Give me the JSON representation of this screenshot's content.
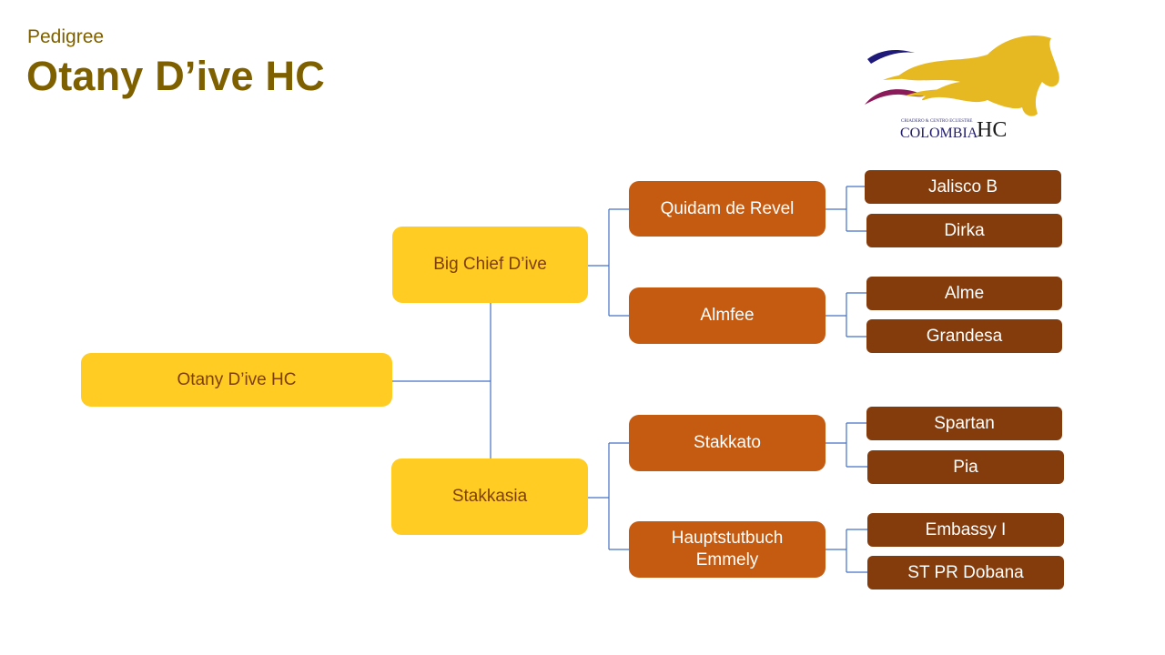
{
  "header": {
    "subtitle": "Pedigree",
    "title": "Otany D’ive HC"
  },
  "logo": {
    "icon": "horse-logo-icon",
    "tagline": "CRIADERO & CENTRO ECUESTRE",
    "name": "COLOMBIA",
    "monogram": "HC"
  },
  "colors": {
    "title": "#7f6000",
    "gen1_fill": "#ffcc23",
    "gen2_fill": "#c55a11",
    "gen3_fill": "#843c0c",
    "connector": "#4472c4"
  },
  "pedigree": {
    "subject": "Otany D’ive HC",
    "sire": "Big Chief D’ive",
    "dam": "Stakkasia",
    "sire_sire": "Quidam de Revel",
    "sire_dam": "Almfee",
    "dam_sire": "Stakkato",
    "dam_dam": "Hauptstutbuch Emmely",
    "sire_sire_sire": "Jalisco B",
    "sire_sire_dam": "Dirka",
    "sire_dam_sire": "Alme",
    "sire_dam_dam": "Grandesa",
    "dam_sire_sire": "Spartan",
    "dam_sire_dam": "Pia",
    "dam_dam_sire": "Embassy I",
    "dam_dam_dam": "ST PR Dobana"
  }
}
